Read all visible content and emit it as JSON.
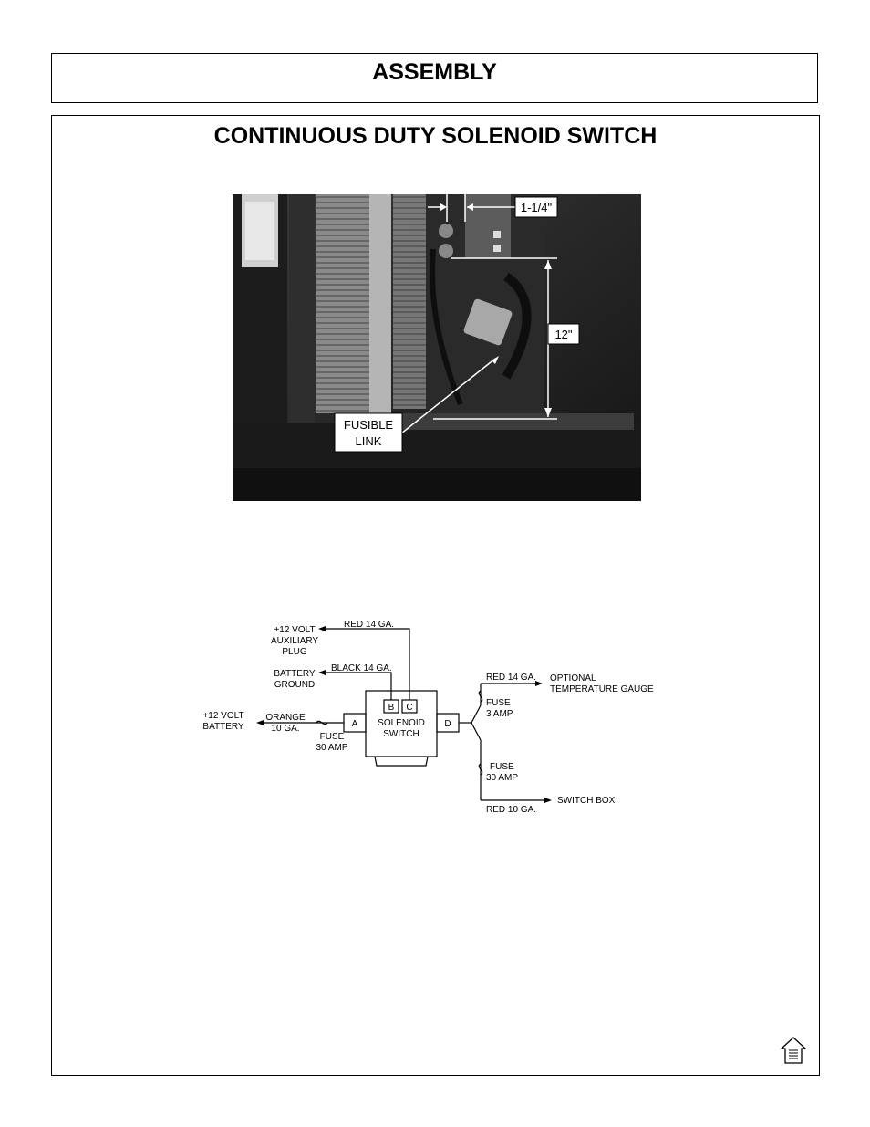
{
  "header": {
    "title": "ASSEMBLY"
  },
  "section": {
    "title": "CONTINUOUS DUTY SOLENOID SWITCH"
  },
  "photo": {
    "callout_width": "1-1/4\"",
    "callout_height": "12\"",
    "callout_fusible_line1": "FUSIBLE",
    "callout_fusible_line2": "LINK"
  },
  "diagram": {
    "aux_plug_line1": "+12 VOLT",
    "aux_plug_line2": "AUXILIARY",
    "aux_plug_line3": "PLUG",
    "aux_wire": "RED 14 GA.",
    "ground_line1": "BATTERY",
    "ground_line2": "GROUND",
    "ground_wire": "BLACK 14 GA.",
    "battery_line1": "+12 VOLT",
    "battery_line2": "BATTERY",
    "battery_wire_line1": "ORANGE",
    "battery_wire_line2": "10 GA.",
    "fuse_a_line1": "FUSE",
    "fuse_a_line2": "30 AMP",
    "terminal_a": "A",
    "terminal_b": "B",
    "terminal_c": "C",
    "terminal_d": "D",
    "solenoid_line1": "SOLENOID",
    "solenoid_line2": "SWITCH",
    "gauge_wire": "RED 14 GA.",
    "gauge_line1": "OPTIONAL",
    "gauge_line2": "TEMPERATURE GAUGE",
    "fuse_gauge_line1": "FUSE",
    "fuse_gauge_line2": "3 AMP",
    "fuse_box_line1": "FUSE",
    "fuse_box_line2": "30 AMP",
    "switchbox_wire": "RED 10 GA.",
    "switchbox_label": "SWITCH BOX"
  },
  "icons": {
    "home": "home-icon"
  }
}
